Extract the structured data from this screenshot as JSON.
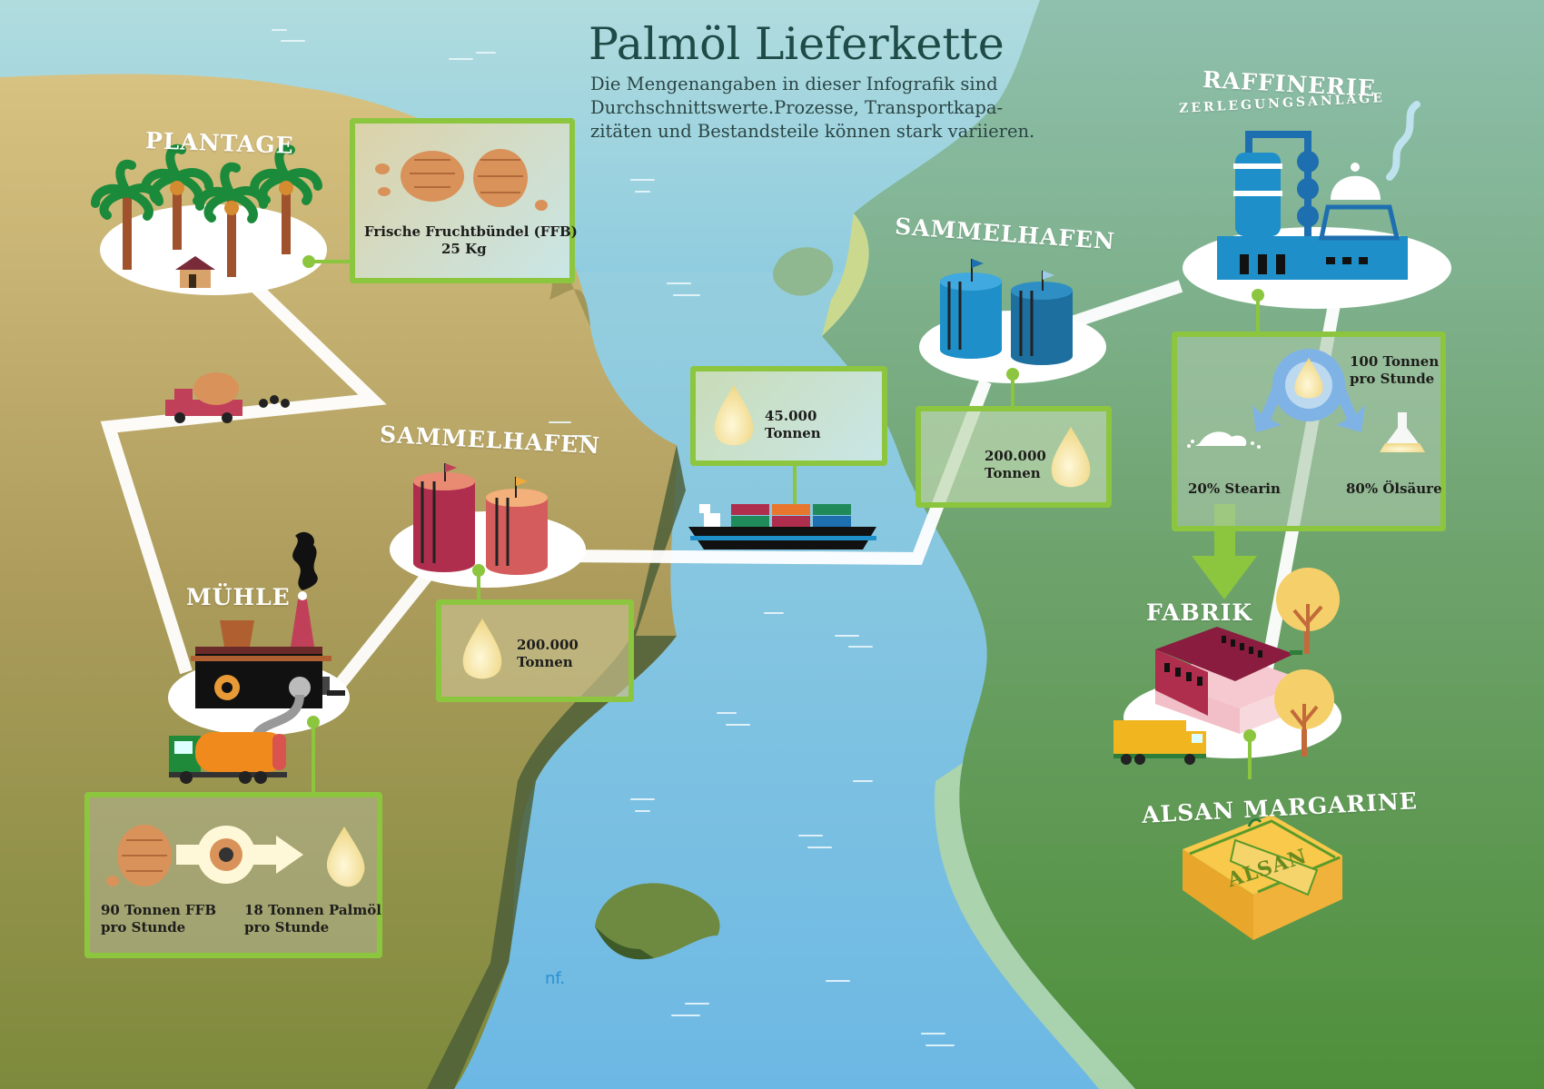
{
  "title": "Palmöl Lieferkette",
  "subtitle": "Die Mengenangaben in dieser Infografik sind\nDurchschnittswerte.Prozesse, Transportkapa-\nzitäten und Bestandsteile können stark variieren.",
  "stations": {
    "plantage": "PLANTAGE",
    "muehle": "MÜHLE",
    "sammelhafen_1": "SAMMELHAFEN",
    "sammelhafen_2": "SAMMELHAFEN",
    "raffinerie": "RAFFINERIE",
    "raffinerie_sub": "ZERLEGUNGSANLAGE",
    "fabrik": "FABRIK",
    "alsan": "ALSAN MARGARINE"
  },
  "info_boxes": {
    "ffb": {
      "line1": "Frische Fruchtbündel (FFB)",
      "line2": "25 Kg"
    },
    "mill_in": {
      "line1": "90 Tonnen FFB",
      "line2": "pro Stunde"
    },
    "mill_out": {
      "line1": "18 Tonnen Palmöl",
      "line2": "pro Stunde"
    },
    "port1": {
      "line1": "200.000",
      "line2": "Tonnen"
    },
    "ship": {
      "line1": "45.000",
      "line2": "Tonnen"
    },
    "port2": {
      "line1": "200.000",
      "line2": "Tonnen"
    },
    "refinery_rate": {
      "line1": "100 Tonnen",
      "line2": "pro Stunde"
    },
    "stearin": "20% Stearin",
    "oelsaeure": "80% Ölsäure"
  },
  "brand": "ALSAN",
  "credit": "nf.",
  "colors": {
    "sea": "#7fc3e0",
    "land_left": "#b7a262",
    "land_right": "#6fa36e",
    "box_border": "#8cc63f",
    "path": "#ffffff",
    "title": "#1e4a47"
  }
}
